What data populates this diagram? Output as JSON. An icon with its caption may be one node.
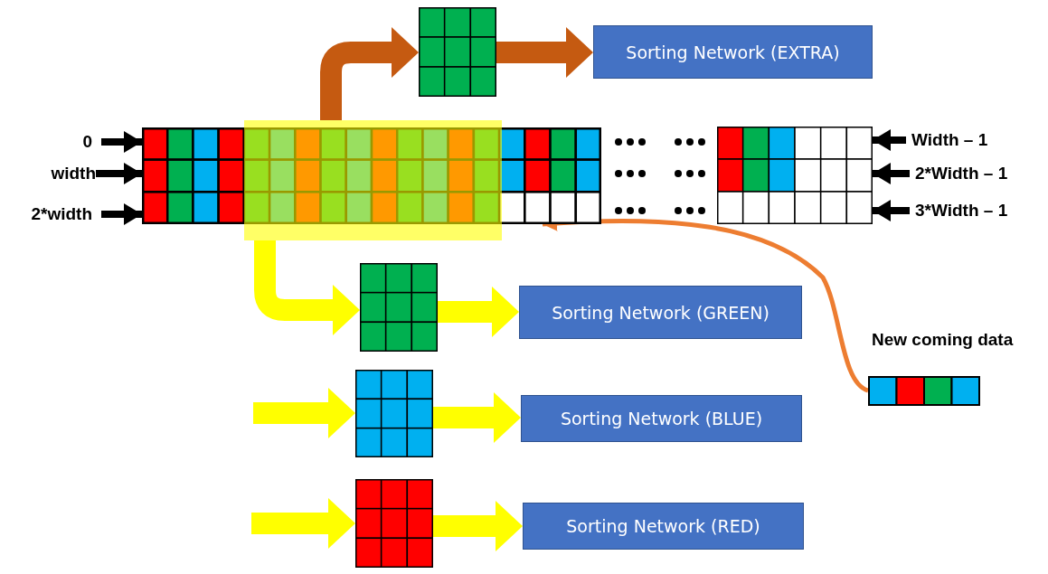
{
  "diagram": {
    "nodes": [
      {
        "text": [],
        "shape": "box"
      },
      {
        "text": [],
        "shape": "box"
      },
      {
        "text": [],
        "shape": "box"
      },
      {
        "text": [],
        "shape": "box"
      },
      {
        "text": [
          "Sorting Network (EXTRA)"
        ]
      },
      {
        "text": [],
        "shape": "box"
      },
      {
        "text": [
          "Sorting Network (GREEN)"
        ]
      },
      {
        "text": [],
        "shape": "box"
      },
      {
        "text": [
          "Sorting Network (BLUE)"
        ]
      },
      {
        "text": [],
        "shape": "box"
      },
      {
        "text": [
          "Sorting Network (RED)"
        ]
      },
      {
        "text": [
          "New coming data"
        ]
      },
      {
        "text": [
          "0"
        ]
      },
      {
        "text": [
          "width"
        ]
      },
      {
        "text": [
          "2*width"
        ]
      },
      {
        "text": [
          "Width – 1"
        ]
      },
      {
        "text": [
          "2*Width – 1"
        ]
      },
      {
        "text": [
          "3*Width – 1"
        ]
      }
    ],
    "edges": [
      {
        "from": 1,
        "to": 3,
        "arrow": "to",
        "color": "#c55a11"
      },
      {
        "from": 3,
        "to": 4,
        "arrow": "to",
        "color": "#c55a11"
      },
      {
        "from": 1,
        "to": 5,
        "arrow": "to",
        "color": "#ffff00"
      },
      {
        "from": 5,
        "to": 6,
        "arrow": "to",
        "color": "#ffff00"
      },
      {
        "from": null,
        "to": 7,
        "arrow": "to",
        "color": "#ffff00"
      },
      {
        "from": 7,
        "to": 8,
        "arrow": "to",
        "color": "#ffff00"
      },
      {
        "from": null,
        "to": 9,
        "arrow": "to",
        "color": "#ffff00"
      },
      {
        "from": 9,
        "to": 10,
        "arrow": "to",
        "color": "#ffff00"
      },
      {
        "from": 11,
        "to": 0,
        "arrow": "to",
        "color": "#ed7d31"
      },
      {
        "from": 12,
        "to": 0,
        "arrow": "to",
        "color": "#000000"
      },
      {
        "from": 13,
        "to": 0,
        "arrow": "to",
        "color": "#000000"
      },
      {
        "from": 14,
        "to": 0,
        "arrow": "to",
        "color": "#000000"
      },
      {
        "from": 15,
        "to": 2,
        "arrow": "to",
        "color": "#000000"
      },
      {
        "from": 16,
        "to": 2,
        "arrow": "to",
        "color": "#000000"
      },
      {
        "from": 17,
        "to": 2,
        "arrow": "to",
        "color": "#000000"
      }
    ]
  }
}
